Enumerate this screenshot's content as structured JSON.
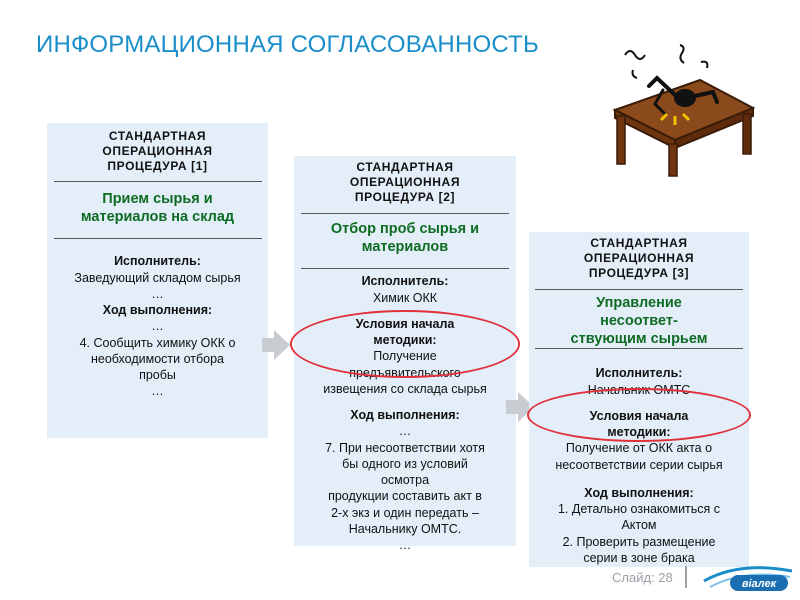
{
  "slide": {
    "title": "ИНФОРМАЦИОННАЯ СОГЛАСОВАННОСТЬ",
    "number_label": "Слайд: 28",
    "logo_text": "віалек"
  },
  "cards": [
    {
      "header": "СТАНДАРТНАЯ\nОПЕРАЦИОННАЯ\nПРОЦЕДУРА  [1]",
      "title": "Прием сырья и\nматериалов на склад",
      "executor_label": "Исполнитель:",
      "executor": "Заведующий складом сырья",
      "dots1": "…",
      "progress_label": "Ход выполнения:",
      "dots2": "…",
      "progress_text": "4. Сообщить химику ОКК о\nнеобходимости отбора\nпробы",
      "dots3": "…"
    },
    {
      "header": "СТАНДАРТНАЯ\nОПЕРАЦИОННАЯ\nПРОЦЕДУРА  [2]",
      "title": "Отбор проб сырья и\nматериалов",
      "executor_label": "Исполнитель:",
      "executor": "Химик ОКК",
      "conditions_label": "Условия начала\nметодики:",
      "conditions_text": "Получение\nпредъявительского\nизвещения со склада сырья",
      "progress_label": "Ход выполнения:",
      "dots1": "…",
      "progress_text": "7. При несоответствии хотя\nбы одного из условий\nосмотра\nпродукции составить акт в\n2-х экз и один передать –\nНачальнику ОМТС.",
      "dots2": "…"
    },
    {
      "header": "СТАНДАРТНАЯ\nОПЕРАЦИОННАЯ\nПРОЦЕДУРА  [3]",
      "title": "Управление\n     несоответ-\nствующим сырьем",
      "executor_label": "Исполнитель:",
      "executor": "Начальник ОМТС",
      "conditions_label": "Условия начала\n      методики:",
      "conditions_text": "Получение от ОКК акта о\nнесоответствии серии сырья",
      "progress_label": "Ход выполнения:",
      "progress_text": "1. Детально ознакомиться с\nАктом\n2. Проверить размещение\nсерии в зоне брака"
    }
  ],
  "colors": {
    "title": "#1a8ec9",
    "card_bg": "#e3eef9",
    "process_title": "#0d6b22",
    "highlight": "#e0313a",
    "arrow": "#c9cdd2"
  }
}
